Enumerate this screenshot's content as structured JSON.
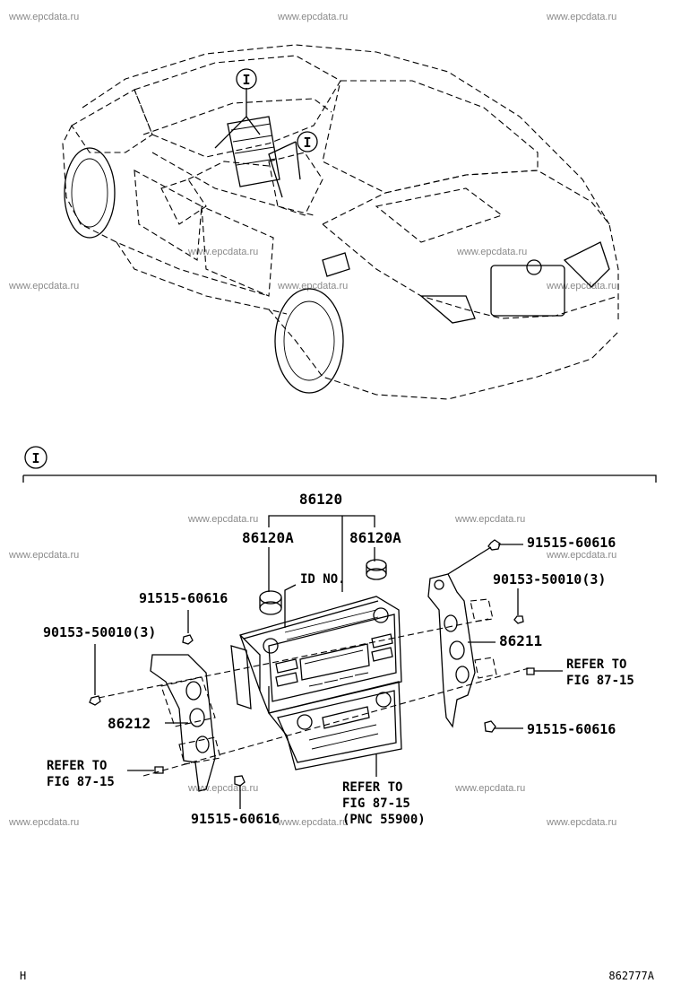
{
  "watermark": "www.epcdata.ru",
  "callout_marker": "I",
  "labels": {
    "assembly": "86120",
    "knob_left": "86120A",
    "knob_right": "86120A",
    "id_no": "ID NO.",
    "bracket_right": "86211",
    "bracket_left": "86212",
    "screw_right_top": "91515-60616",
    "screw_right_bottom": "91515-60616",
    "screw_left_top": "91515-60616",
    "screw_left_bottom": "91515-60616",
    "nut_right": "90153-50010(3)",
    "nut_left": "90153-50010(3)",
    "refer_right_1": "REFER TO",
    "refer_right_2": "FIG 87-15",
    "refer_left_1": "REFER TO",
    "refer_left_2": "FIG 87-15",
    "refer_bottom_1": "REFER TO",
    "refer_bottom_2": "FIG 87-15",
    "refer_bottom_3": "(PNC 55900)"
  },
  "footer": {
    "left_code": "H",
    "right_code": "862777A"
  }
}
